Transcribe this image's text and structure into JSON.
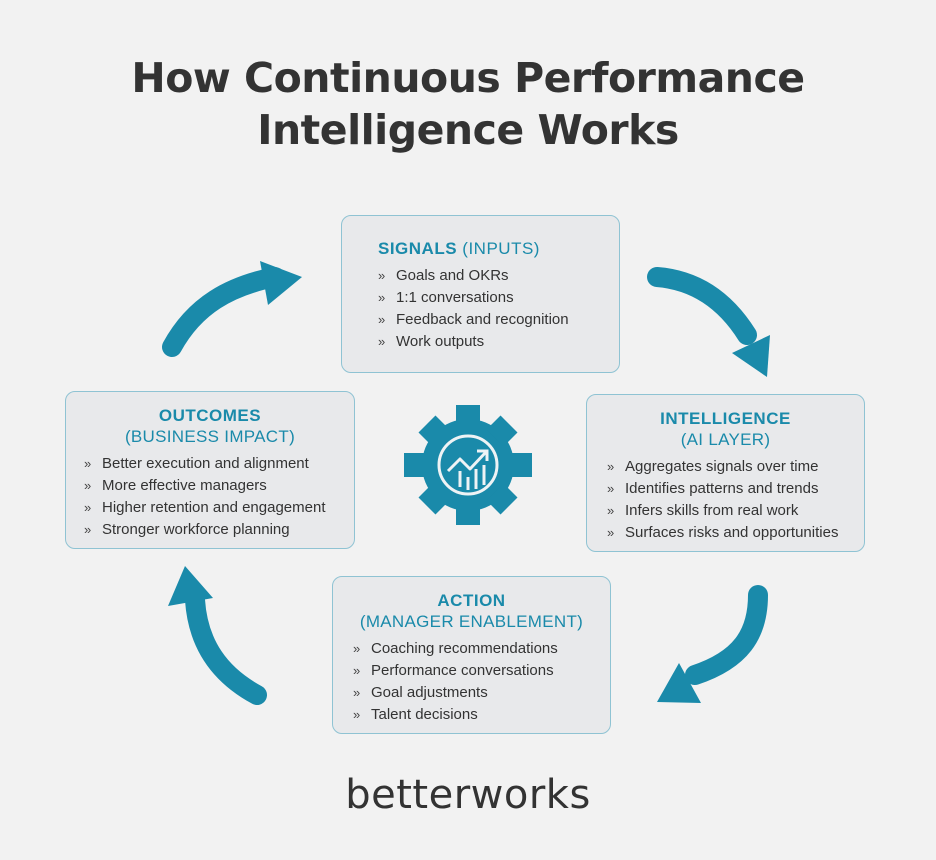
{
  "title": {
    "line1": "How Continuous Performance",
    "line2": "Intelligence Works"
  },
  "colors": {
    "accent": "#1a8aaa",
    "arrow": "#1a8aaa",
    "box_bg": "#e8e9eb",
    "box_border": "#8fc3d3",
    "text": "#333333",
    "background": "#f2f2f2"
  },
  "signals": {
    "heading": "SIGNALS",
    "subheading": "(INPUTS)",
    "bullet": "»",
    "items": [
      "Goals and OKRs",
      "1:1 conversations",
      "Feedback and recognition",
      "Work outputs"
    ]
  },
  "intelligence": {
    "heading": "INTELLIGENCE",
    "subheading": "(AI LAYER)",
    "bullet": "»",
    "items": [
      "Aggregates signals over time",
      "Identifies patterns and trends",
      "Infers skills from real work",
      "Surfaces risks and opportunities"
    ]
  },
  "action": {
    "heading": "ACTION",
    "subheading": "(MANAGER ENABLEMENT)",
    "bullet": "»",
    "items": [
      "Coaching recommendations",
      "Performance conversations",
      "Goal adjustments",
      "Talent decisions"
    ]
  },
  "outcomes": {
    "heading": "OUTCOMES",
    "subheading": "(BUSINESS IMPACT)",
    "bullet": "»",
    "items": [
      "Better execution and alignment",
      "More effective managers",
      "Higher retention and engagement",
      "Stronger workforce planning"
    ]
  },
  "center_icon": "gear-chart-icon",
  "logo": "betterworks"
}
